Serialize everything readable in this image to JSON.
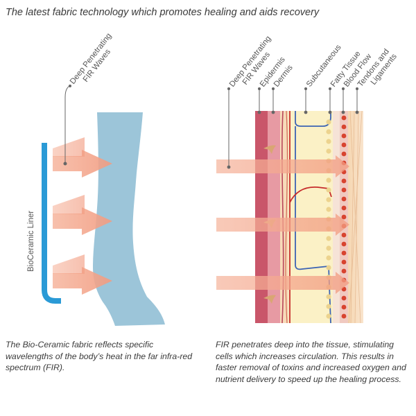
{
  "title": "The latest fabric technology which promotes healing and aids recovery",
  "left_panel": {
    "label_fir_line1": "Deep Penetrating",
    "label_fir_line2": "FIR Waves",
    "liner_label": "BioCeramic Liner",
    "caption": "The Bio-Ceramic fabric reflects specific wavelengths of the body’s heat in the far infra-red spectrum (FIR)."
  },
  "right_panel": {
    "label_fir_line1": "Deep Penetrating",
    "label_fir_line2": "FIR Waves",
    "layers": [
      "Epidermis",
      "Dermis",
      "Subcutaneous",
      "Fatty Tissue",
      "Blood Flow"
    ],
    "label_tendons_line1": "Tendons and",
    "label_tendons_line2": "Ligaments",
    "caption": "FIR penetrates deep into the tissue, stimulating cells which increases circulation. This results in faster removal of toxins and increased oxygen and nutrient delivery to speed up the healing process."
  },
  "colors": {
    "liner": "#2a9ad6",
    "leg": "#9cc5d9",
    "arrow": "#f4a98e",
    "epidermis": "#c9566a",
    "dermis": "#e79aa3",
    "subcutaneous": "#fbf1c6",
    "fatty_dots": "#ecd38e",
    "blood_dots": "#d8432f",
    "tendon": "#f4cca3",
    "vessel_blue": "#3b63b4",
    "vessel_red": "#c62c2c",
    "lines": "#666666"
  }
}
